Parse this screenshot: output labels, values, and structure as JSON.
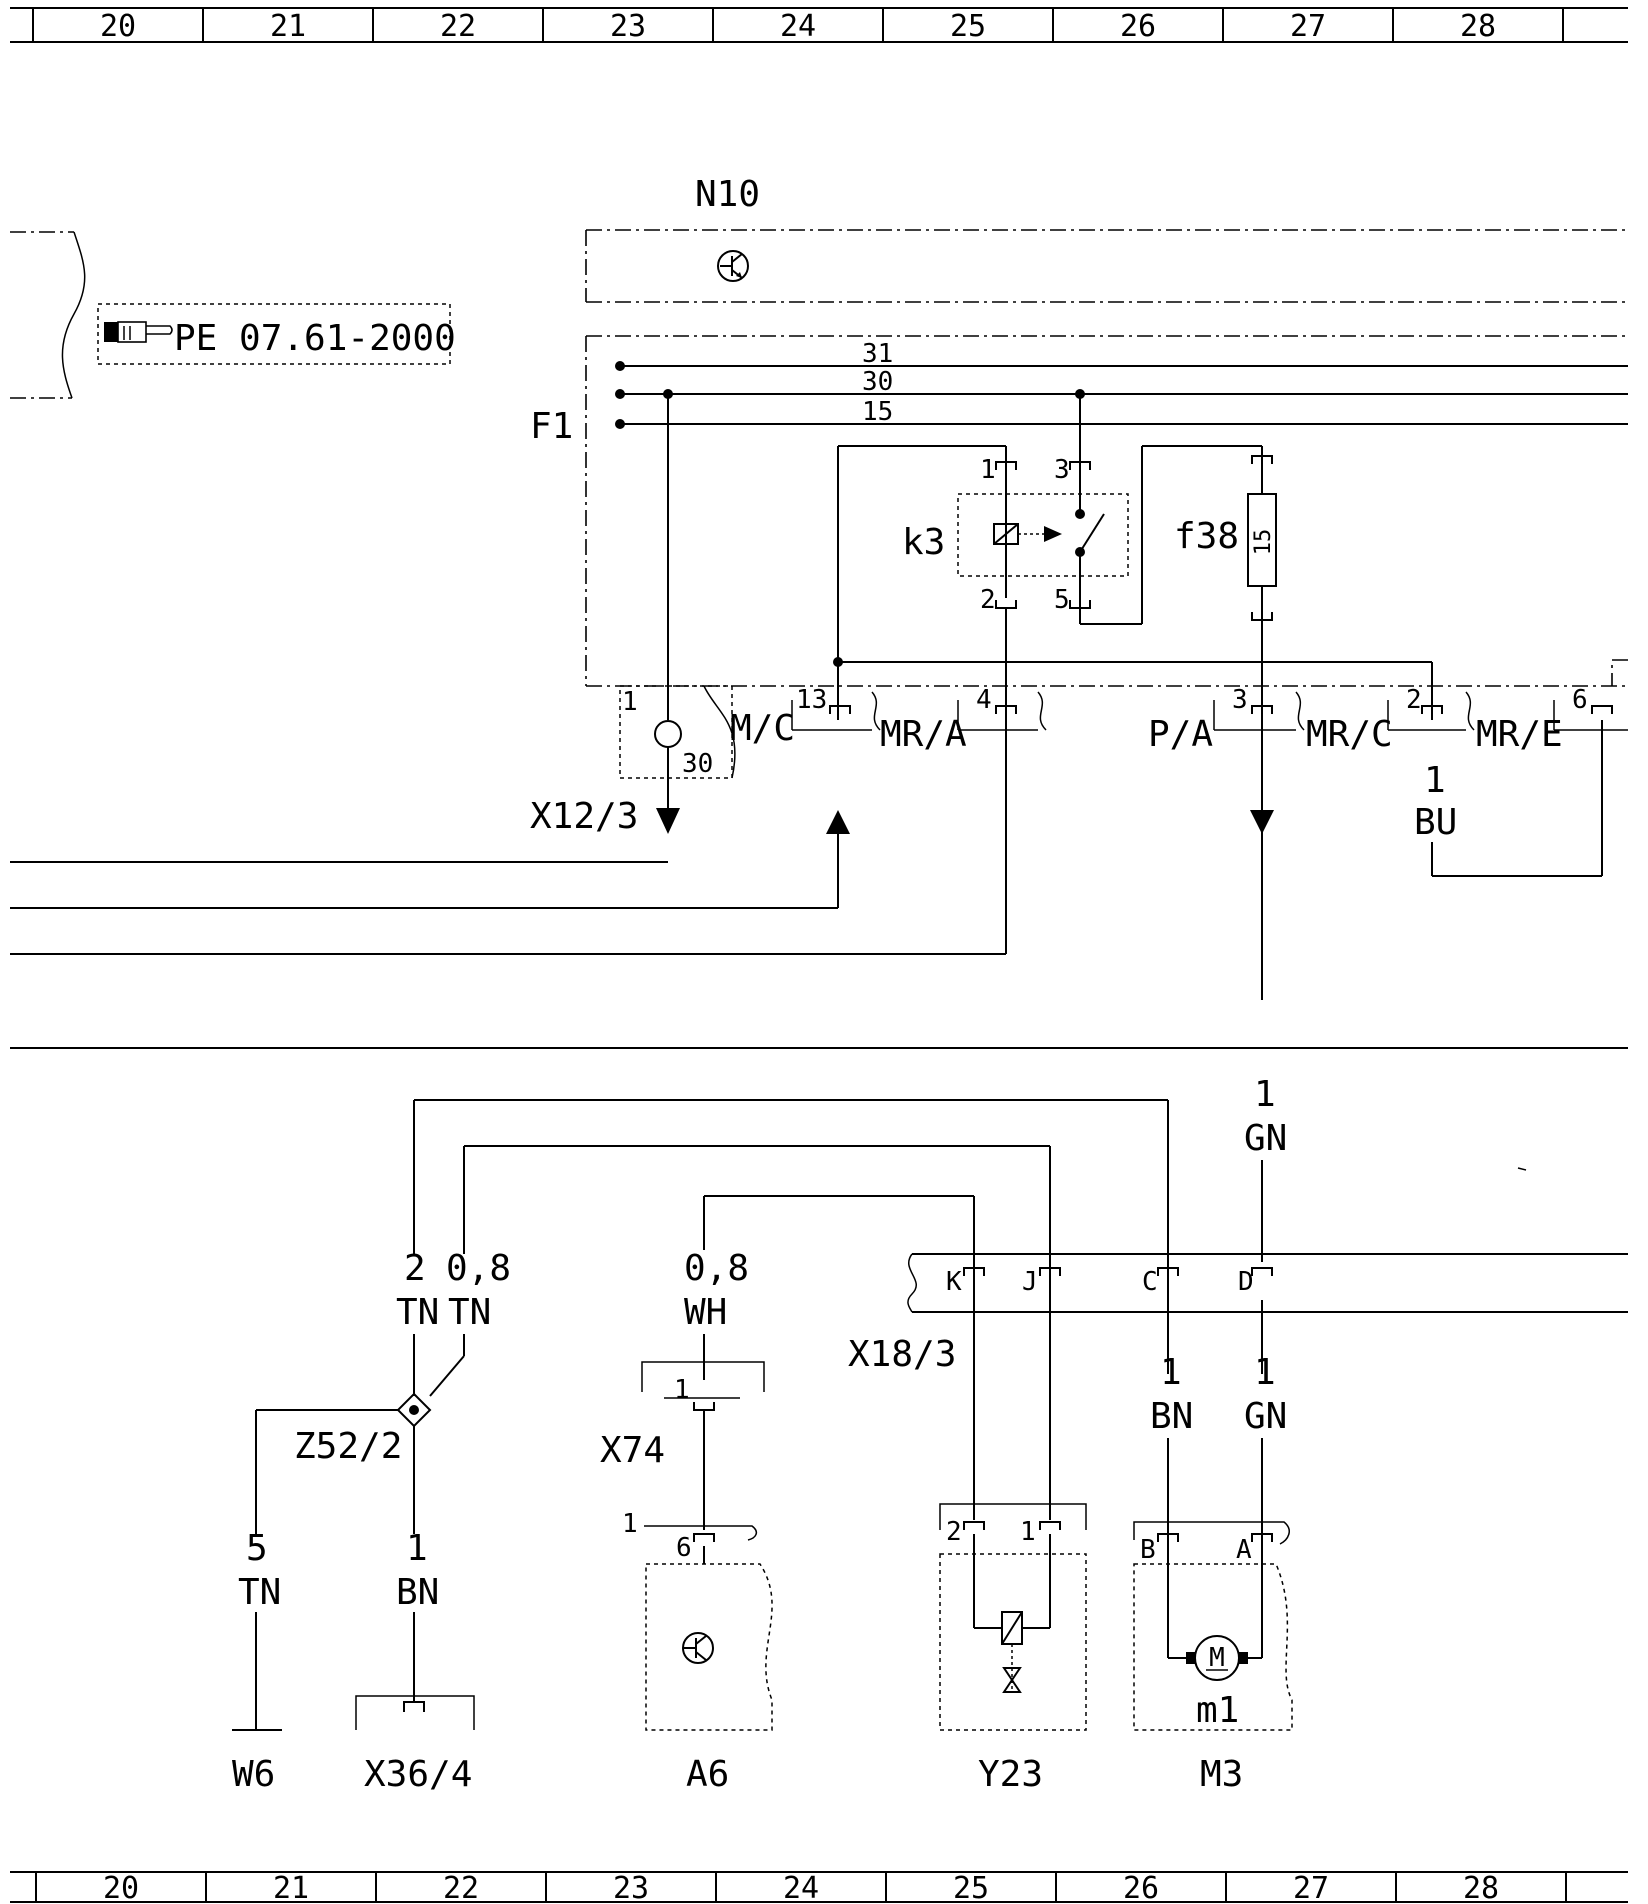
{
  "grid": {
    "columns": [
      "20",
      "21",
      "22",
      "23",
      "24",
      "25",
      "26",
      "27",
      "28"
    ]
  },
  "reference": {
    "text": "PE 07.61-2000",
    "icon": "pointing-hand-icon"
  },
  "modules": {
    "n10": "N10",
    "f1": "F1",
    "k3": "k3",
    "f38": "f38",
    "f38_rating": "15"
  },
  "bus_lines": {
    "l31": "31",
    "l30": "30",
    "l15": "15"
  },
  "connectors": {
    "x12_3": "X12/3",
    "x18_3": "X18/3",
    "x74": "X74",
    "z52_2": "Z52/2",
    "mc": "M/C",
    "mra": "MR/A",
    "pa": "P/A",
    "mrc": "MR/C",
    "mre": "MR/E"
  },
  "pins": {
    "x12_pin1": "1",
    "x12_pin30": "30",
    "mc_13": "13",
    "mra_4": "4",
    "pa_3": "3",
    "mrc_2": "2",
    "mre_6": "6",
    "k3_1": "1",
    "k3_2": "2",
    "k3_3": "3",
    "k3_5": "5",
    "x18_k": "K",
    "x18_j": "J",
    "x18_c": "C",
    "x18_d": "D",
    "x74_1": "1",
    "a6_1": "1",
    "a6_6": "6",
    "y23_2": "2",
    "y23_1": "1",
    "m3_b": "B",
    "m3_a": "A"
  },
  "wires": {
    "bu_size": "1",
    "bu_color": "BU",
    "gn_top_size": "1",
    "gn_top_color": "GN",
    "tn2_size": "2",
    "tn2_color": "TN",
    "tn08_size": "0,8",
    "tn08_color": "TN",
    "wh_size": "0,8",
    "wh_color": "WH",
    "bn_m3_size": "1",
    "bn_m3_color": "BN",
    "gn_m3_size": "1",
    "gn_m3_color": "GN",
    "tn5_size": "5",
    "tn5_color": "TN",
    "bn1_size": "1",
    "bn1_color": "BN"
  },
  "components": {
    "w6": "W6",
    "x36_4": "X36/4",
    "a6": "A6",
    "y23": "Y23",
    "m3": "M3",
    "m1": "m1",
    "motor_symbol": "M"
  }
}
